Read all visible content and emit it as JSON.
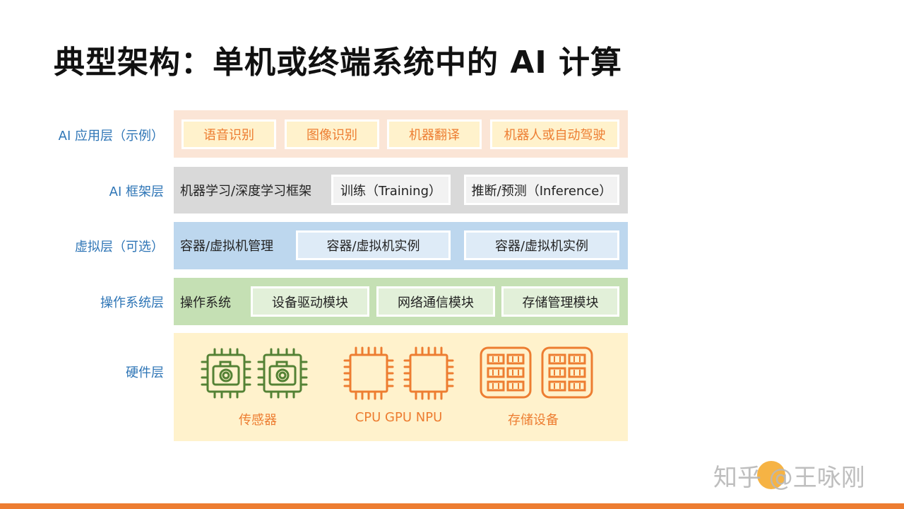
{
  "title": "典型架构：单机或终端系统中的 AI 计算",
  "layers": {
    "app": {
      "label": "AI 应用层（示例）",
      "items": [
        "语音识别",
        "图像识别",
        "机器翻译",
        "机器人或自动驾驶"
      ]
    },
    "framework": {
      "label": "AI 框架层",
      "main": "机器学习/深度学习框架",
      "items": [
        "训练（Training）",
        "推断/预测（Inference）"
      ]
    },
    "virtual": {
      "label": "虚拟层（可选）",
      "main": "容器/虚拟机管理",
      "items": [
        "容器/虚拟机实例",
        "容器/虚拟机实例"
      ]
    },
    "os": {
      "label": "操作系统层",
      "main": "操作系统",
      "items": [
        "设备驱动模块",
        "网络通信模块",
        "存储管理模块"
      ]
    },
    "hardware": {
      "label": "硬件层",
      "groups": [
        "传感器",
        "CPU GPU NPU",
        "存储设备"
      ]
    }
  },
  "watermark": "知乎 @王咏刚",
  "colors": {
    "accent_blue": "#2e75b6",
    "accent_orange": "#ed7d31",
    "sensor_green": "#548235",
    "app_band": "#fbe5d6",
    "framework_band": "#d9d9d9",
    "virtual_band": "#bdd7ee",
    "os_band": "#c5e0b4",
    "hardware_band": "#fff2cc"
  },
  "icons": {
    "sensor": "camera-chip-icon",
    "processor": "processor-chip-icon",
    "storage": "storage-module-icon"
  }
}
